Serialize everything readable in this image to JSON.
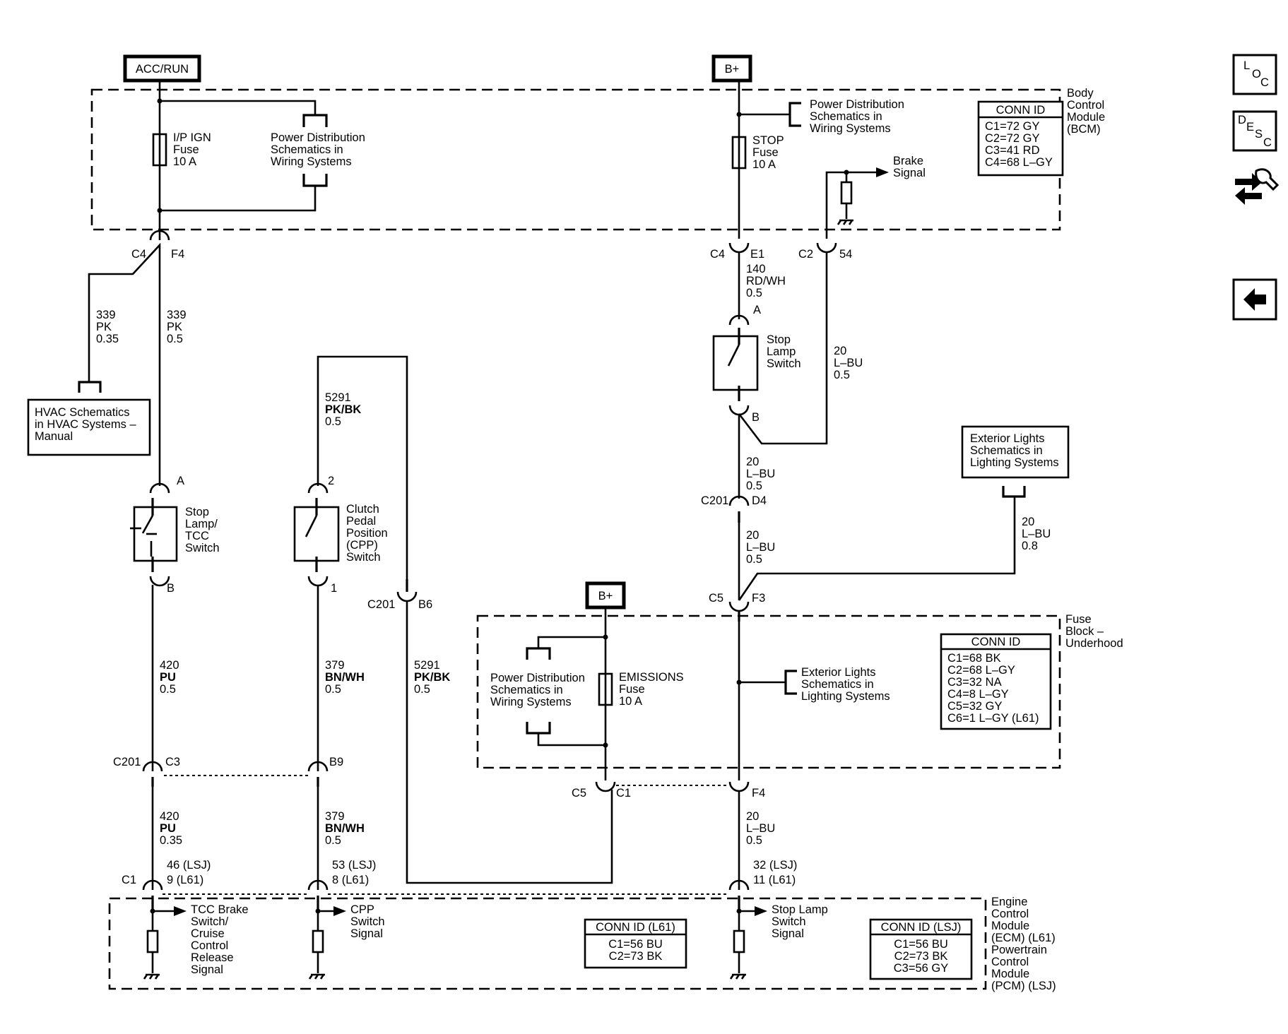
{
  "sources": {
    "acc_run": "ACC/RUN",
    "bplus_top": "B+",
    "bplus_fuse": "B+"
  },
  "modules": {
    "bcm": [
      "Body",
      "Control",
      "Module",
      "(BCM)"
    ],
    "fuse_block": [
      "Fuse",
      "Block –",
      "Underhood"
    ],
    "ecm": [
      "Engine",
      "Control",
      "Module",
      "(ECM) (L61)",
      "Powertrain",
      "Control",
      "Module",
      "(PCM) (LSJ)"
    ]
  },
  "conn_tables": {
    "bcm": {
      "title": "CONN ID",
      "rows": [
        "C1=72 GY",
        "C2=72 GY",
        "C3=41 RD",
        "C4=68 L–GY"
      ]
    },
    "fuse_block": {
      "title": "CONN ID",
      "rows": [
        "C1=68 BK",
        "C2=68 L–GY",
        "C3=32 NA",
        "C4=8 L–GY",
        "C5=32 GY",
        "C6=1 L–GY (L61)"
      ]
    },
    "ecm_l61": {
      "title": "CONN ID (L61)",
      "rows": [
        "C1=56 BU",
        "C2=73 BK"
      ]
    },
    "ecm_lsj": {
      "title": "CONN ID (LSJ)",
      "rows": [
        "C1=56 BU",
        "C2=73 BK",
        "C3=56 GY"
      ]
    }
  },
  "fuses": {
    "ip_ign": [
      "I/P IGN",
      "Fuse",
      "10 A"
    ],
    "stop": [
      "STOP",
      "Fuse",
      "10 A"
    ],
    "emissions": [
      "EMISSIONS",
      "Fuse",
      "10 A"
    ]
  },
  "references": {
    "power_dist_1": [
      "Power Distribution",
      "Schematics in",
      "Wiring Systems"
    ],
    "power_dist_2": [
      "Power Distribution",
      "Schematics in",
      "Wiring Systems"
    ],
    "power_dist_3": [
      "Power Distribution",
      "Schematics in",
      "Wiring Systems"
    ],
    "hvac": [
      "HVAC Schematics",
      "in HVAC Systems –",
      "Manual"
    ],
    "ext_lights_1": [
      "Exterior Lights",
      "Schematics in",
      "Lighting Systems"
    ],
    "ext_lights_2": [
      "Exterior Lights",
      "Schematics in",
      "Lighting Systems"
    ]
  },
  "switches": {
    "stop_lamp_tcc": [
      "Stop",
      "Lamp/",
      "TCC",
      "Switch"
    ],
    "cpp": [
      "Clutch",
      "Pedal",
      "Position",
      "(CPP)",
      "Switch"
    ],
    "stop_lamp": [
      "Stop",
      "Lamp",
      "Switch"
    ]
  },
  "signals": {
    "brake": [
      "Brake",
      "Signal"
    ],
    "tcc": [
      "TCC Brake",
      "Switch/",
      "Cruise",
      "Control",
      "Release",
      "Signal"
    ],
    "cpp": [
      "CPP",
      "Switch",
      "Signal"
    ],
    "stop_lamp": [
      "Stop Lamp",
      "Switch",
      "Signal"
    ]
  },
  "connectors": {
    "c4_left": "C4",
    "f4_left": "F4",
    "c4_right": "C4",
    "e1": "E1",
    "c2": "C2",
    "pin54": "54",
    "pinA_tcc": "A",
    "pinB_tcc": "B",
    "pin2_cpp": "2",
    "pin1_cpp": "1",
    "pinA_stop": "A",
    "pinB_stop": "B",
    "c201_b6": "C201",
    "b6": "B6",
    "c201_d4": "C201",
    "d4": "D4",
    "c5_f3": "C5",
    "f3": "F3",
    "c201_c3": "C201",
    "c3": "C3",
    "b9": "B9",
    "c5_c1": "C5",
    "c1_fuse": "C1",
    "f4_bottom": "F4",
    "c1_ecm": "C1",
    "ecm_pin_tcc": [
      "46 (LSJ)",
      "9 (L61)"
    ],
    "ecm_pin_cpp": [
      "53 (LSJ)",
      "8 (L61)"
    ],
    "ecm_pin_stop": [
      "32 (LSJ)",
      "11 (L61)"
    ]
  },
  "wires": {
    "w339_035": [
      "339",
      "PK",
      "0.35"
    ],
    "w339_05": [
      "339",
      "PK",
      "0.5"
    ],
    "w5291_top": [
      "5291",
      "PK/BK",
      "0.5"
    ],
    "w5291_mid": [
      "5291",
      "PK/BK",
      "0.5"
    ],
    "w140": [
      "140",
      "RD/WH",
      "0.5"
    ],
    "w20_right": [
      "20",
      "L–BU",
      "0.5"
    ],
    "w20_d4_top": [
      "20",
      "L–BU",
      "0.5"
    ],
    "w20_d4_bot": [
      "20",
      "L–BU",
      "0.5"
    ],
    "w20_ext": [
      "20",
      "L–BU",
      "0.8"
    ],
    "w420_top": [
      "420",
      "PU",
      "0.5"
    ],
    "w379_top": [
      "379",
      "BN/WH",
      "0.5"
    ],
    "w420_bot": [
      "420",
      "PU",
      "0.35"
    ],
    "w379_bot": [
      "379",
      "BN/WH",
      "0.5"
    ],
    "w20_bottom": [
      "20",
      "L–BU",
      "0.5"
    ]
  },
  "nav": {
    "loc": [
      "L",
      "O",
      "C"
    ],
    "desc": [
      "D",
      "E",
      "S",
      "C"
    ]
  }
}
